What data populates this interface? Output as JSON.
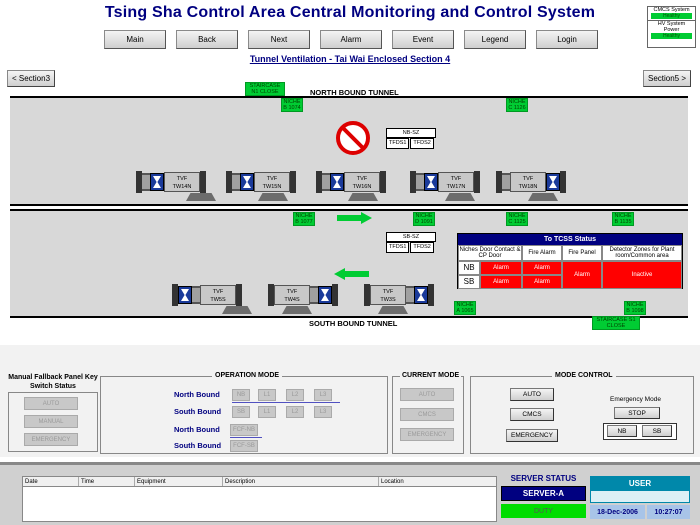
{
  "app": {
    "title": "Tsing Sha Control Area Central Monitoring and Control System",
    "subtitle": "Tunnel Ventilation - Tai Wai Enclosed Section 4"
  },
  "nav": [
    "Main",
    "Back",
    "Next",
    "Alarm",
    "Event",
    "Legend",
    "Login"
  ],
  "system_status": {
    "cmcs_label": "CMCS System",
    "cmcs_value": "Healthy",
    "hv_label": "HV System Power",
    "hv_value": "Healthy"
  },
  "sections": {
    "prev": "< Section3",
    "next": "Section5 >"
  },
  "north": {
    "label": "NORTH BOUND TUNNEL",
    "staircase": "STAIRCASE N1 CLOSE",
    "niches_top": [
      "NICHE B 1074",
      "NICHE C 1126"
    ],
    "sz": "NB-SZ",
    "tfds": [
      "TFDS1",
      "TFDS2"
    ],
    "fans": [
      "TW14N",
      "TW15N",
      "TW16N",
      "TW17N",
      "TW18N"
    ],
    "niches_bottom": [
      "NICHE B 1077",
      "NICHE D 1091",
      "NICHE C 1125",
      "NICHE B 1135"
    ]
  },
  "south": {
    "label": "SOUTH BOUND TUNNEL",
    "sz": "SB-SZ",
    "tfds": [
      "TFDS1",
      "TFDS2"
    ],
    "fans": [
      "TW5S",
      "TW4S",
      "TW3S"
    ],
    "niches_bottom": [
      "NICHE A 1065",
      "NICHE B 1098"
    ],
    "staircase": "STAIRCASE S1 CLOSE"
  },
  "fan_label": "TVF",
  "tcss": {
    "title": "To TCSS Status",
    "headers": [
      "Niches Door Contact & CP Door",
      "Fire Alarm",
      "Fire Panel",
      "Detector Zones for Plant room/Common area"
    ],
    "rows": [
      {
        "dir": "NB",
        "niche": "Alarm",
        "fire_alarm": "Alarm"
      },
      {
        "dir": "SB",
        "niche": "Alarm",
        "fire_alarm": "Alarm"
      }
    ],
    "fire_panel": "Alarm",
    "detector": "Inactive"
  },
  "fallback": {
    "title": "Manual Fallback Panel Key Switch Status",
    "buttons": [
      "AUTO",
      "MANUAL",
      "EMERGENCY"
    ]
  },
  "operation_mode": {
    "title": "OPERATION MODE",
    "north_label": "North Bound",
    "south_label": "South Bound",
    "nb_buttons": [
      "NB",
      "L1",
      "L2",
      "L3"
    ],
    "sb_buttons": [
      "SB",
      "L1",
      "L2",
      "L3"
    ],
    "nb_fire_label": "North Bound",
    "sb_fire_label": "South Bound",
    "nb_fire": "FCF-NB",
    "sb_fire": "FCF-SB"
  },
  "current_mode": {
    "title": "CURRENT MODE",
    "buttons": [
      "AUTO",
      "CMCS",
      "EMERGENCY"
    ]
  },
  "mode_control": {
    "title": "MODE CONTROL",
    "buttons": [
      "AUTO",
      "CMCS",
      "EMERGENCY"
    ],
    "emergency_label": "Emergency Mode",
    "stop": "STOP",
    "nb": "NB",
    "sb": "SB"
  },
  "log": {
    "columns": [
      "Date",
      "Time",
      "Equipment",
      "Description",
      "Location"
    ]
  },
  "server": {
    "title": "SERVER STATUS",
    "name": "SERVER-A",
    "state": "DUTY"
  },
  "user": {
    "title": "USER",
    "date": "18-Dec-2006",
    "time": "10:27:07"
  },
  "colors": {
    "accent": "#000080",
    "alarm": "#ff0000",
    "healthy": "#00cc33"
  }
}
